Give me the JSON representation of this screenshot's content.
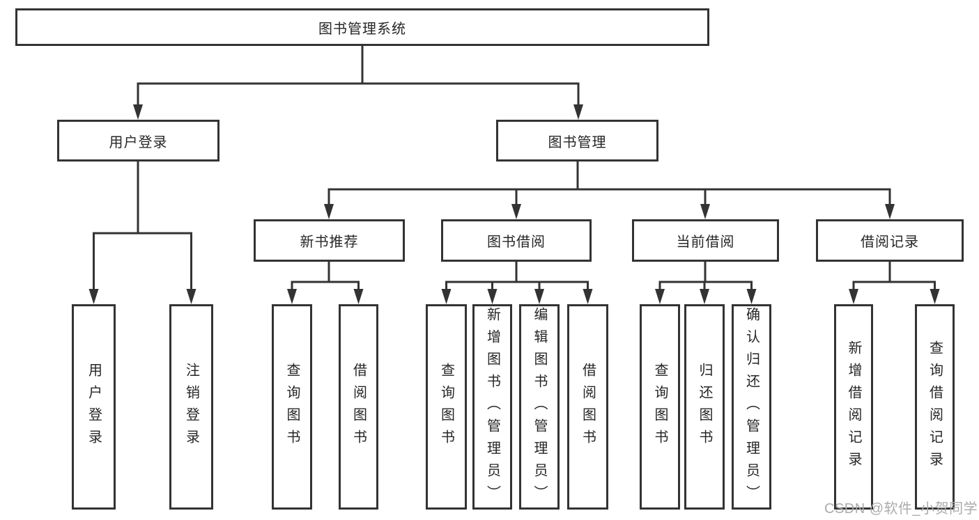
{
  "diagram": {
    "root": "图书管理系统",
    "level2": {
      "login": "用户登录",
      "management": "图书管理"
    },
    "level3": {
      "recommend": "新书推荐",
      "borrow": "图书借阅",
      "current": "当前借阅",
      "records": "借阅记录"
    },
    "leaves": {
      "login": [
        "用户登录",
        "注销登录"
      ],
      "recommend": [
        "查询图书",
        "借阅图书"
      ],
      "borrow": [
        "查询图书",
        "新增图书（管理员）",
        "编辑图书（管理员）",
        "借阅图书"
      ],
      "current": [
        "查询图书",
        "归还图书",
        "确认归还（管理员）"
      ],
      "records": [
        "新增借阅记录",
        "查询借阅记录"
      ]
    }
  },
  "watermark": "CSDN @软件_小贺同学",
  "colors": {
    "line": "#333333",
    "text": "#262626",
    "background": "#ffffff",
    "watermark": "#ababab"
  }
}
